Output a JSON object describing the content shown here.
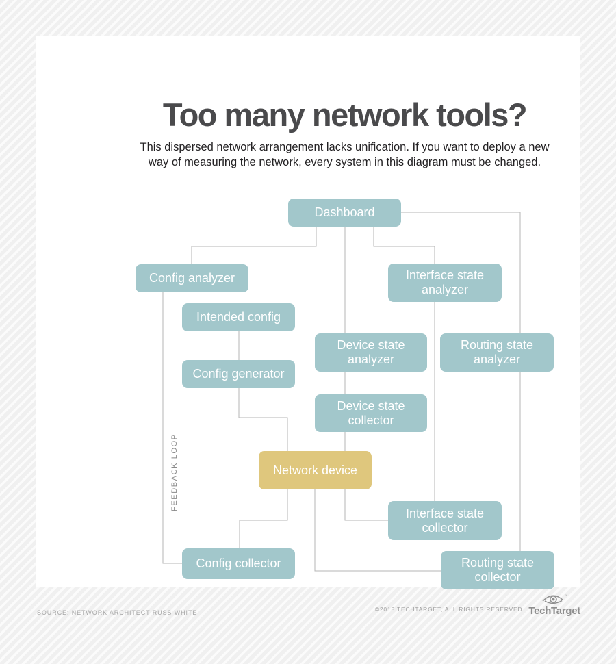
{
  "header": {
    "title": "Too many network tools?",
    "subtitle": "This dispersed network arrangement lacks unification. If you want to deploy a new\nway of measuring the network, every system in this diagram must be changed."
  },
  "diagram": {
    "feedback_label": "FEEDBACK LOOP",
    "nodes": {
      "dashboard": {
        "label": "Dashboard"
      },
      "config_analyzer": {
        "label": "Config analyzer"
      },
      "interface_state_analyzer": {
        "label": "Interface state analyzer"
      },
      "intended_config": {
        "label": "Intended config"
      },
      "device_state_analyzer": {
        "label": "Device state analyzer"
      },
      "routing_state_analyzer": {
        "label": "Routing state analyzer"
      },
      "config_generator": {
        "label": "Config generator"
      },
      "device_state_collector": {
        "label": "Device state collector"
      },
      "network_device": {
        "label": "Network device"
      },
      "interface_state_collector": {
        "label": "Interface state collector"
      },
      "config_collector": {
        "label": "Config collector"
      },
      "routing_state_collector": {
        "label": "Routing state collector"
      }
    },
    "colors": {
      "node_fill": "#a2c7cb",
      "highlight_fill": "#dfc77d",
      "connector": "#b5b5b5",
      "node_text": "#ffffff"
    }
  },
  "footer": {
    "source": "SOURCE: NETWORK ARCHITECT RUSS WHITE",
    "copyright": "©2018 TECHTARGET, ALL RIGHTS RESERVED",
    "brand": "TechTarget"
  }
}
